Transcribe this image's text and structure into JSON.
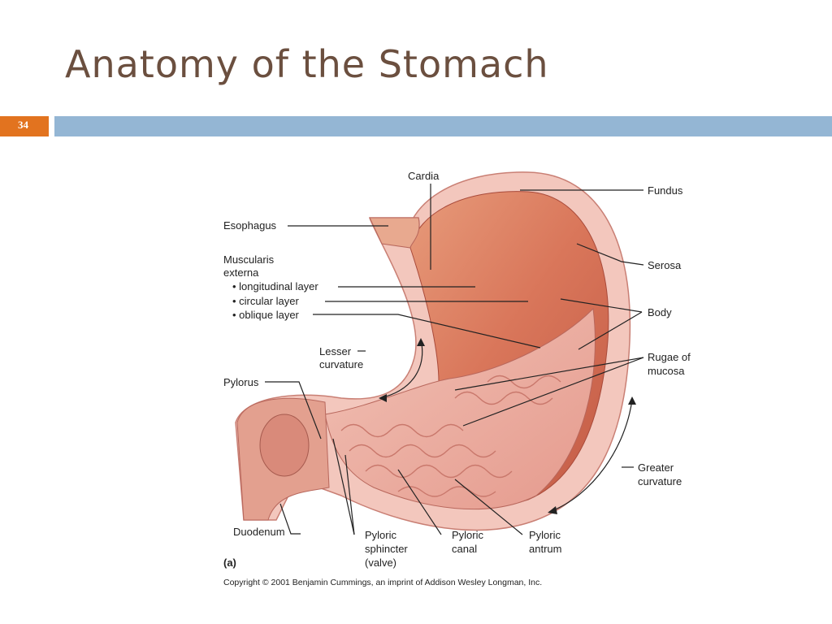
{
  "slide": {
    "title": "Anatomy of the Stomach",
    "number": "34",
    "colors": {
      "accent": "#e2731f",
      "bar": "#94b6d4",
      "title": "#6b4f3f"
    }
  },
  "figure": {
    "panel": "(a)",
    "copyright": "Copyright © 2001 Benjamin Cummings, an imprint of Addison Wesley Longman, Inc.",
    "labels": {
      "cardia": "Cardia",
      "fundus": "Fundus",
      "esophagus": "Esophagus",
      "serosa": "Serosa",
      "muscularis1": "Muscularis",
      "muscularis2": "externa",
      "longitudinal": "• longitudinal layer",
      "circular": "• circular layer",
      "oblique": "• oblique layer",
      "body": "Body",
      "lesser1": "Lesser",
      "lesser2": "curvature",
      "rugae1": "Rugae of",
      "rugae2": "mucosa",
      "pylorus": "Pylorus",
      "greater1": "Greater",
      "greater2": "curvature",
      "duodenum": "Duodenum",
      "sphincter1": "Pyloric",
      "sphincter2": "sphincter",
      "sphincter3": "(valve)",
      "canal1": "Pyloric",
      "canal2": "canal",
      "antrum1": "Pyloric",
      "antrum2": "antrum"
    }
  }
}
